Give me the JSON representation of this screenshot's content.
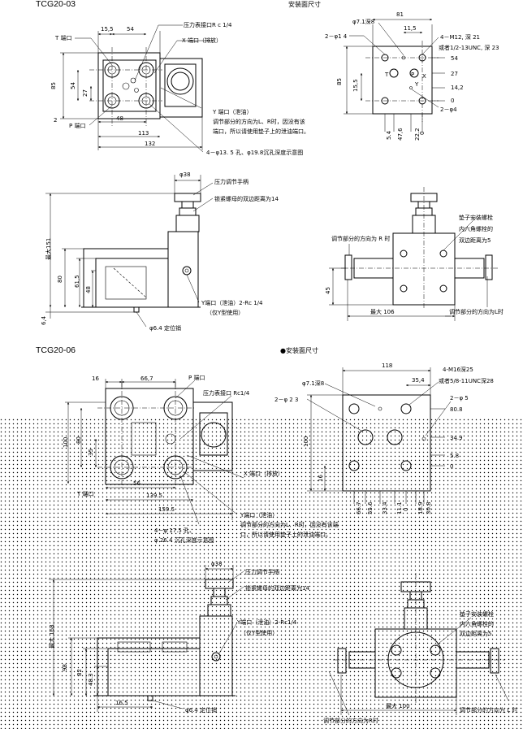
{
  "top": {
    "model": "TCG20-03",
    "mount_title": "安装面尺寸",
    "plan": {
      "d_15_5": "15,5",
      "d_54": "54",
      "d_85": "85",
      "d_54v": "54",
      "d_27": "27",
      "d_2": "2",
      "d_48": "48",
      "d_113": "113",
      "d_132": "132",
      "t_port": "T 端口",
      "p_port": "P 端口",
      "x_port": "X 端口（排放）",
      "gauge_port": "压力表接口R c 1/4",
      "y_port_note": [
        "Y 端口（泄油）",
        "调节部分的方向为L、R时，因没有该",
        "端口，所以请使用垫子上的泄油端口。"
      ],
      "holes_note": "4－φ13. 5 孔、φ19.8沉孔深度示意图"
    },
    "mount": {
      "d_71": "φ7.1深8",
      "d_81": "81",
      "d_115": "11,5",
      "d_2phi14": "2－φ1 4",
      "d_m12": "4－M12, 深 21",
      "d_unc": "或者1/2-13UNC, 深 23",
      "d_54": "54",
      "d_85": "85",
      "d_155": "15,5",
      "d_27": "27",
      "d_142": "14,2",
      "d_0r": "0",
      "d_2phi4": "2－φ4",
      "d_54b": "5.4",
      "d_476": "47,6",
      "d_222": "22.2",
      "d_0b": "0",
      "p_T": "T",
      "p_P": "P",
      "p_X": "X",
      "p_Y": "Y"
    },
    "side": {
      "d_38": "φ38",
      "handle": "压力调节手柄",
      "nut": "锁紧螺母的双边距离为14",
      "d_151": "最大151",
      "d_80": "80",
      "d_615": "61,5",
      "d_48": "48",
      "d_64": "6,4",
      "y_port": "Y端口（泄油）2-Rc 1/4",
      "y_only": "（仅Y型使用）",
      "pin": "φ6.4 定位销"
    },
    "front": {
      "r_dir": "调节部分的方向为 R 时",
      "bolt1": "垫子安装螺栓",
      "bolt2": "内六角螺栓的",
      "bolt3": "双边距离为5",
      "d_45": "45",
      "d_106": "最大 106",
      "l_dir": "调节部分的方向为L时"
    }
  },
  "bottom": {
    "model": "TCG20-06",
    "mount_title": "●安装面尺寸",
    "plan": {
      "d_16": "16",
      "d_667": "66,7",
      "p_port": "P 端口",
      "gauge": "压力表接口 Rc1/4",
      "d_100": "100",
      "d_80": "80",
      "d_35": "35",
      "t_port": "T 端口",
      "x_port": "X 端口（排放）",
      "d_56": "56",
      "d_1395": "139.5",
      "d_1595": "159.5",
      "y_note": [
        "Y端口（泄油）",
        "调节部分的方向为L、R时，因没有该端",
        "口，所以请使用垫子上的泄油端口。"
      ],
      "holes": [
        "4－φ 17.5 孔、",
        "φ 26.4 沉孔深度示意图"
      ]
    },
    "mount": {
      "d_118": "118",
      "d_71": "φ7.1深8",
      "d_2phi23": "2－φ 2 3",
      "d_354": "35,4",
      "d_m16": "4-M16深25",
      "d_unc": "或者5/8-11UNC深28",
      "d_2phi5": "2－φ 5",
      "d_808": "80.8",
      "d_349": "34.9",
      "d_58": "5.8",
      "d_0": "0",
      "d_100": "100",
      "d_16": "16",
      "b_ticks": [
        "66.7",
        "55.6",
        "33.4",
        "11.1",
        "0",
        "18.9",
        "30.8"
      ]
    },
    "side": {
      "d_38": "φ38",
      "handle": "压力调节手柄",
      "nut": "锁紧螺母的双边距离为14",
      "d_168": "最大 168",
      "d_98": "98",
      "d_82": "82",
      "d_483": "48.3",
      "y_port": "Y端口（泄油）2-Rc1/4",
      "y_only": "（仅Y型使用）",
      "d_165": "16.5",
      "pin": "φ6.4 定位销"
    },
    "front": {
      "bolt1": "垫子安装螺栓",
      "bolt2": "内六角螺栓的",
      "bolt3": "双边距离为5",
      "d_100": "最大 100",
      "r_dir": "调节部分的方向为R时",
      "l_dir": "调节部分的方向为 L 时"
    }
  }
}
